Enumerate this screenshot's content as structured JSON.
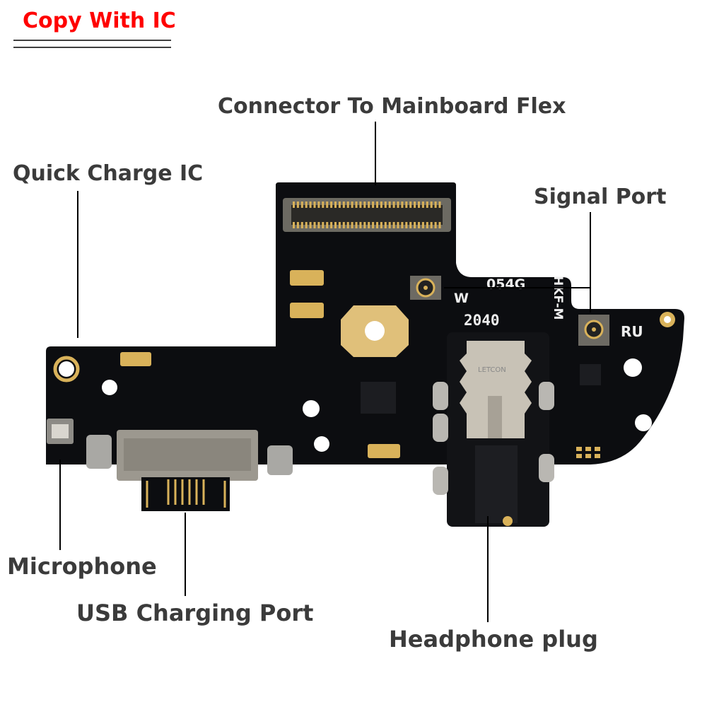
{
  "badge": {
    "text": "Copy With IC",
    "color": "#ff0000"
  },
  "labels": {
    "connector": "Connector To Mainboard Flex",
    "quick_charge": "Quick Charge IC",
    "signal_port": "Signal Port",
    "microphone": "Microphone",
    "usb_port": "USB Charging Port",
    "headphone": "Headphone plug"
  },
  "silkscreen": {
    "code": "054G",
    "w": "W",
    "date": "2040",
    "model": "HKF-M",
    "region": "RU",
    "jack_brand": "LETCON"
  },
  "colors": {
    "pcb": "#0c0d10",
    "gold": "#d9b25a",
    "text": "#3b3b3b"
  }
}
